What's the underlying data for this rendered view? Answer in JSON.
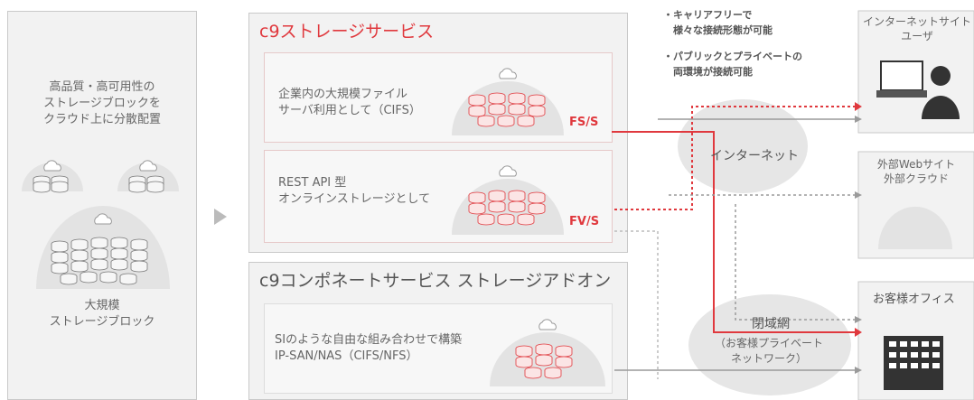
{
  "left_panel": {
    "description": "高品質・高可用性の\nストレージブロックを\nクラウド上に分散配置",
    "large_label": "大規模\nストレージブロック"
  },
  "storage_service": {
    "title": "c9ストレージサービス",
    "box1": {
      "text": "企業内の大規模ファイル\nサーバ利用として（CIFS）",
      "tag": "FS/S"
    },
    "box2": {
      "text": "REST API 型\nオンラインストレージとして",
      "tag": "FV/S"
    }
  },
  "component_service": {
    "title": "c9コンポネートサービス ストレージアドオン",
    "box": {
      "text": "SIのような自由な組み合わせで構築\nIP-SAN/NAS（CIFS/NFS）"
    }
  },
  "notes": {
    "note1": "・キャリアフリーで\n　様々な接続形態が可能",
    "note2": "・パブリックとプライベートの\n　両環境が接続可能"
  },
  "networks": {
    "internet": "インターネット",
    "closed": "閉域網",
    "closed_sub": "（お客様プライベート\nネットワーク）"
  },
  "destinations": {
    "internet_user": "インターネットサイト\nユーザ",
    "external_web": "外部Webサイト\n外部クラウド",
    "office": "お客様オフィス"
  },
  "colors": {
    "accent": "#e0393e",
    "panel": "#f2f2f2",
    "border": "#c9c9c9"
  }
}
